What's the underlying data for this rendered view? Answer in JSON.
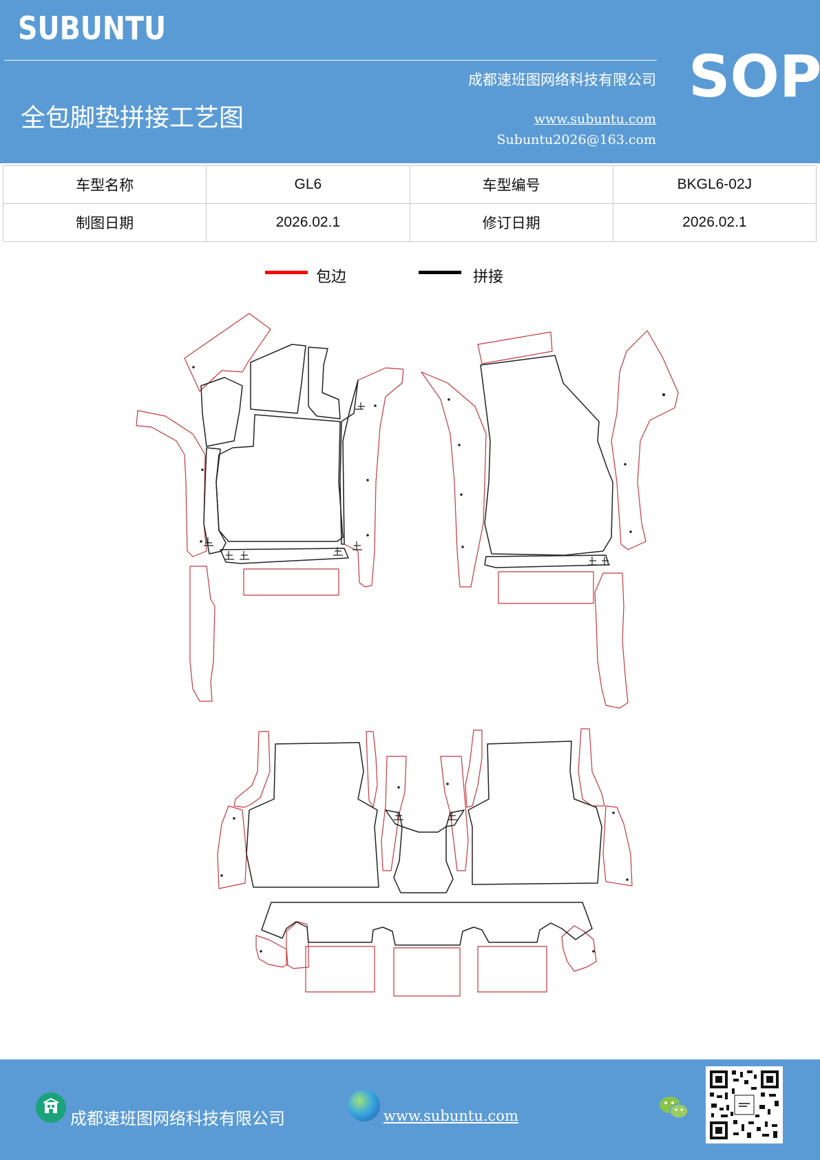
{
  "header": {
    "brand": "SUBUNTU",
    "company": "成都速班图网络科技有限公司",
    "title": "全包脚垫拼接工艺图",
    "website": "www.subuntu.com",
    "email": "Subuntu2026@163.com",
    "badge": "SOP"
  },
  "info_table": {
    "model_name_label": "车型名称",
    "model_name_value": "GL6",
    "model_code_label": "车型编号",
    "model_code_value": "BKGL6-02J",
    "draw_date_label": "制图日期",
    "draw_date_value": "2026.02.1",
    "revise_date_label": "修订日期",
    "revise_date_value": "2026.02.1"
  },
  "legend": {
    "edge_label": "包边",
    "edge_color": "#ff0000",
    "join_label": "拼接",
    "join_color": "#000000"
  },
  "footer": {
    "company": "成都速班图网络科技有限公司",
    "website": "www.subuntu.com "
  },
  "colors": {
    "brand_blue": "#5b9bd5",
    "edge_red": "#c4383f",
    "join_black": "#222222"
  }
}
